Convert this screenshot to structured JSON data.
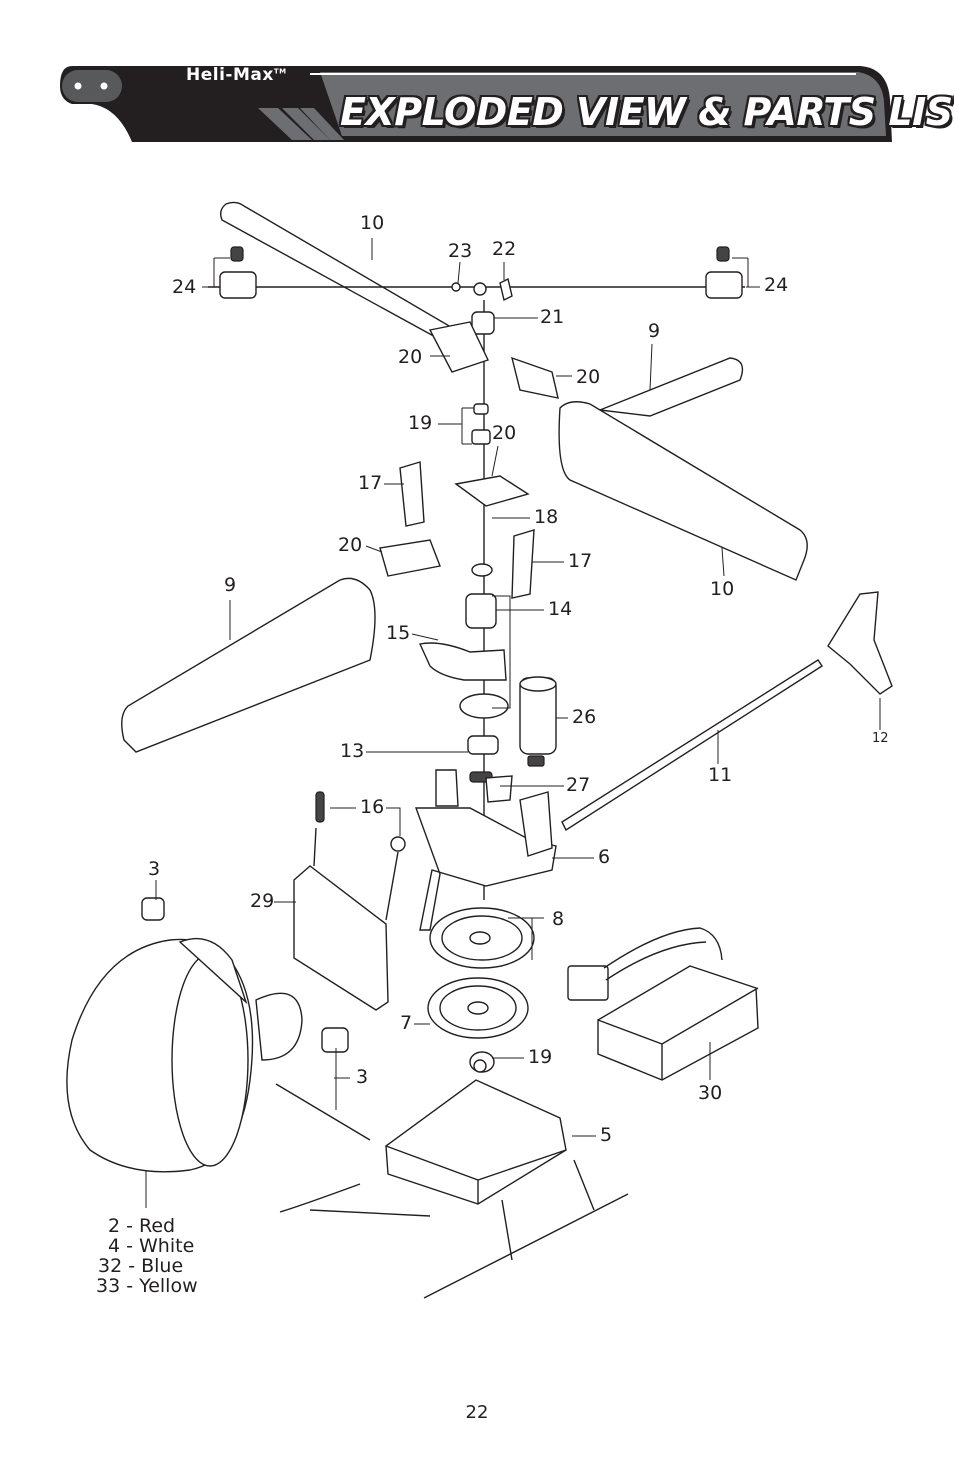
{
  "header": {
    "brand": "Heli-Max",
    "brand_mark": "TM",
    "title": "EXPLODED VIEW & PARTS LIST"
  },
  "callouts": [
    {
      "id": "c10a",
      "text": "10"
    },
    {
      "id": "c23",
      "text": "23"
    },
    {
      "id": "c22",
      "text": "22"
    },
    {
      "id": "c24a",
      "text": "24"
    },
    {
      "id": "c24b",
      "text": "24"
    },
    {
      "id": "c21",
      "text": "21"
    },
    {
      "id": "c9a",
      "text": "9"
    },
    {
      "id": "c20a",
      "text": "20"
    },
    {
      "id": "c20b",
      "text": "20"
    },
    {
      "id": "c19a",
      "text": "19"
    },
    {
      "id": "c20c",
      "text": "20"
    },
    {
      "id": "c17a",
      "text": "17"
    },
    {
      "id": "c18",
      "text": "18"
    },
    {
      "id": "c20d",
      "text": "20"
    },
    {
      "id": "c17b",
      "text": "17"
    },
    {
      "id": "c10b",
      "text": "10"
    },
    {
      "id": "c9b",
      "text": "9"
    },
    {
      "id": "c14",
      "text": "14"
    },
    {
      "id": "c15",
      "text": "15"
    },
    {
      "id": "c26",
      "text": "26"
    },
    {
      "id": "c12",
      "text": "12"
    },
    {
      "id": "c13",
      "text": "13"
    },
    {
      "id": "c11",
      "text": "11"
    },
    {
      "id": "c27",
      "text": "27"
    },
    {
      "id": "c16",
      "text": "16"
    },
    {
      "id": "c6",
      "text": "6"
    },
    {
      "id": "c3a",
      "text": "3"
    },
    {
      "id": "c29",
      "text": "29"
    },
    {
      "id": "c8",
      "text": "8"
    },
    {
      "id": "c7",
      "text": "7"
    },
    {
      "id": "c19b",
      "text": "19"
    },
    {
      "id": "c3b",
      "text": "3"
    },
    {
      "id": "c30",
      "text": "30"
    },
    {
      "id": "c5",
      "text": "5"
    }
  ],
  "canopy_colors": [
    "2 - Red",
    "4 - White",
    "32 - Blue",
    "33 - Yellow"
  ],
  "page_number": "22",
  "colors": {
    "ink": "#231f20",
    "header_fill": "#6d6e71",
    "paper": "#ffffff"
  }
}
